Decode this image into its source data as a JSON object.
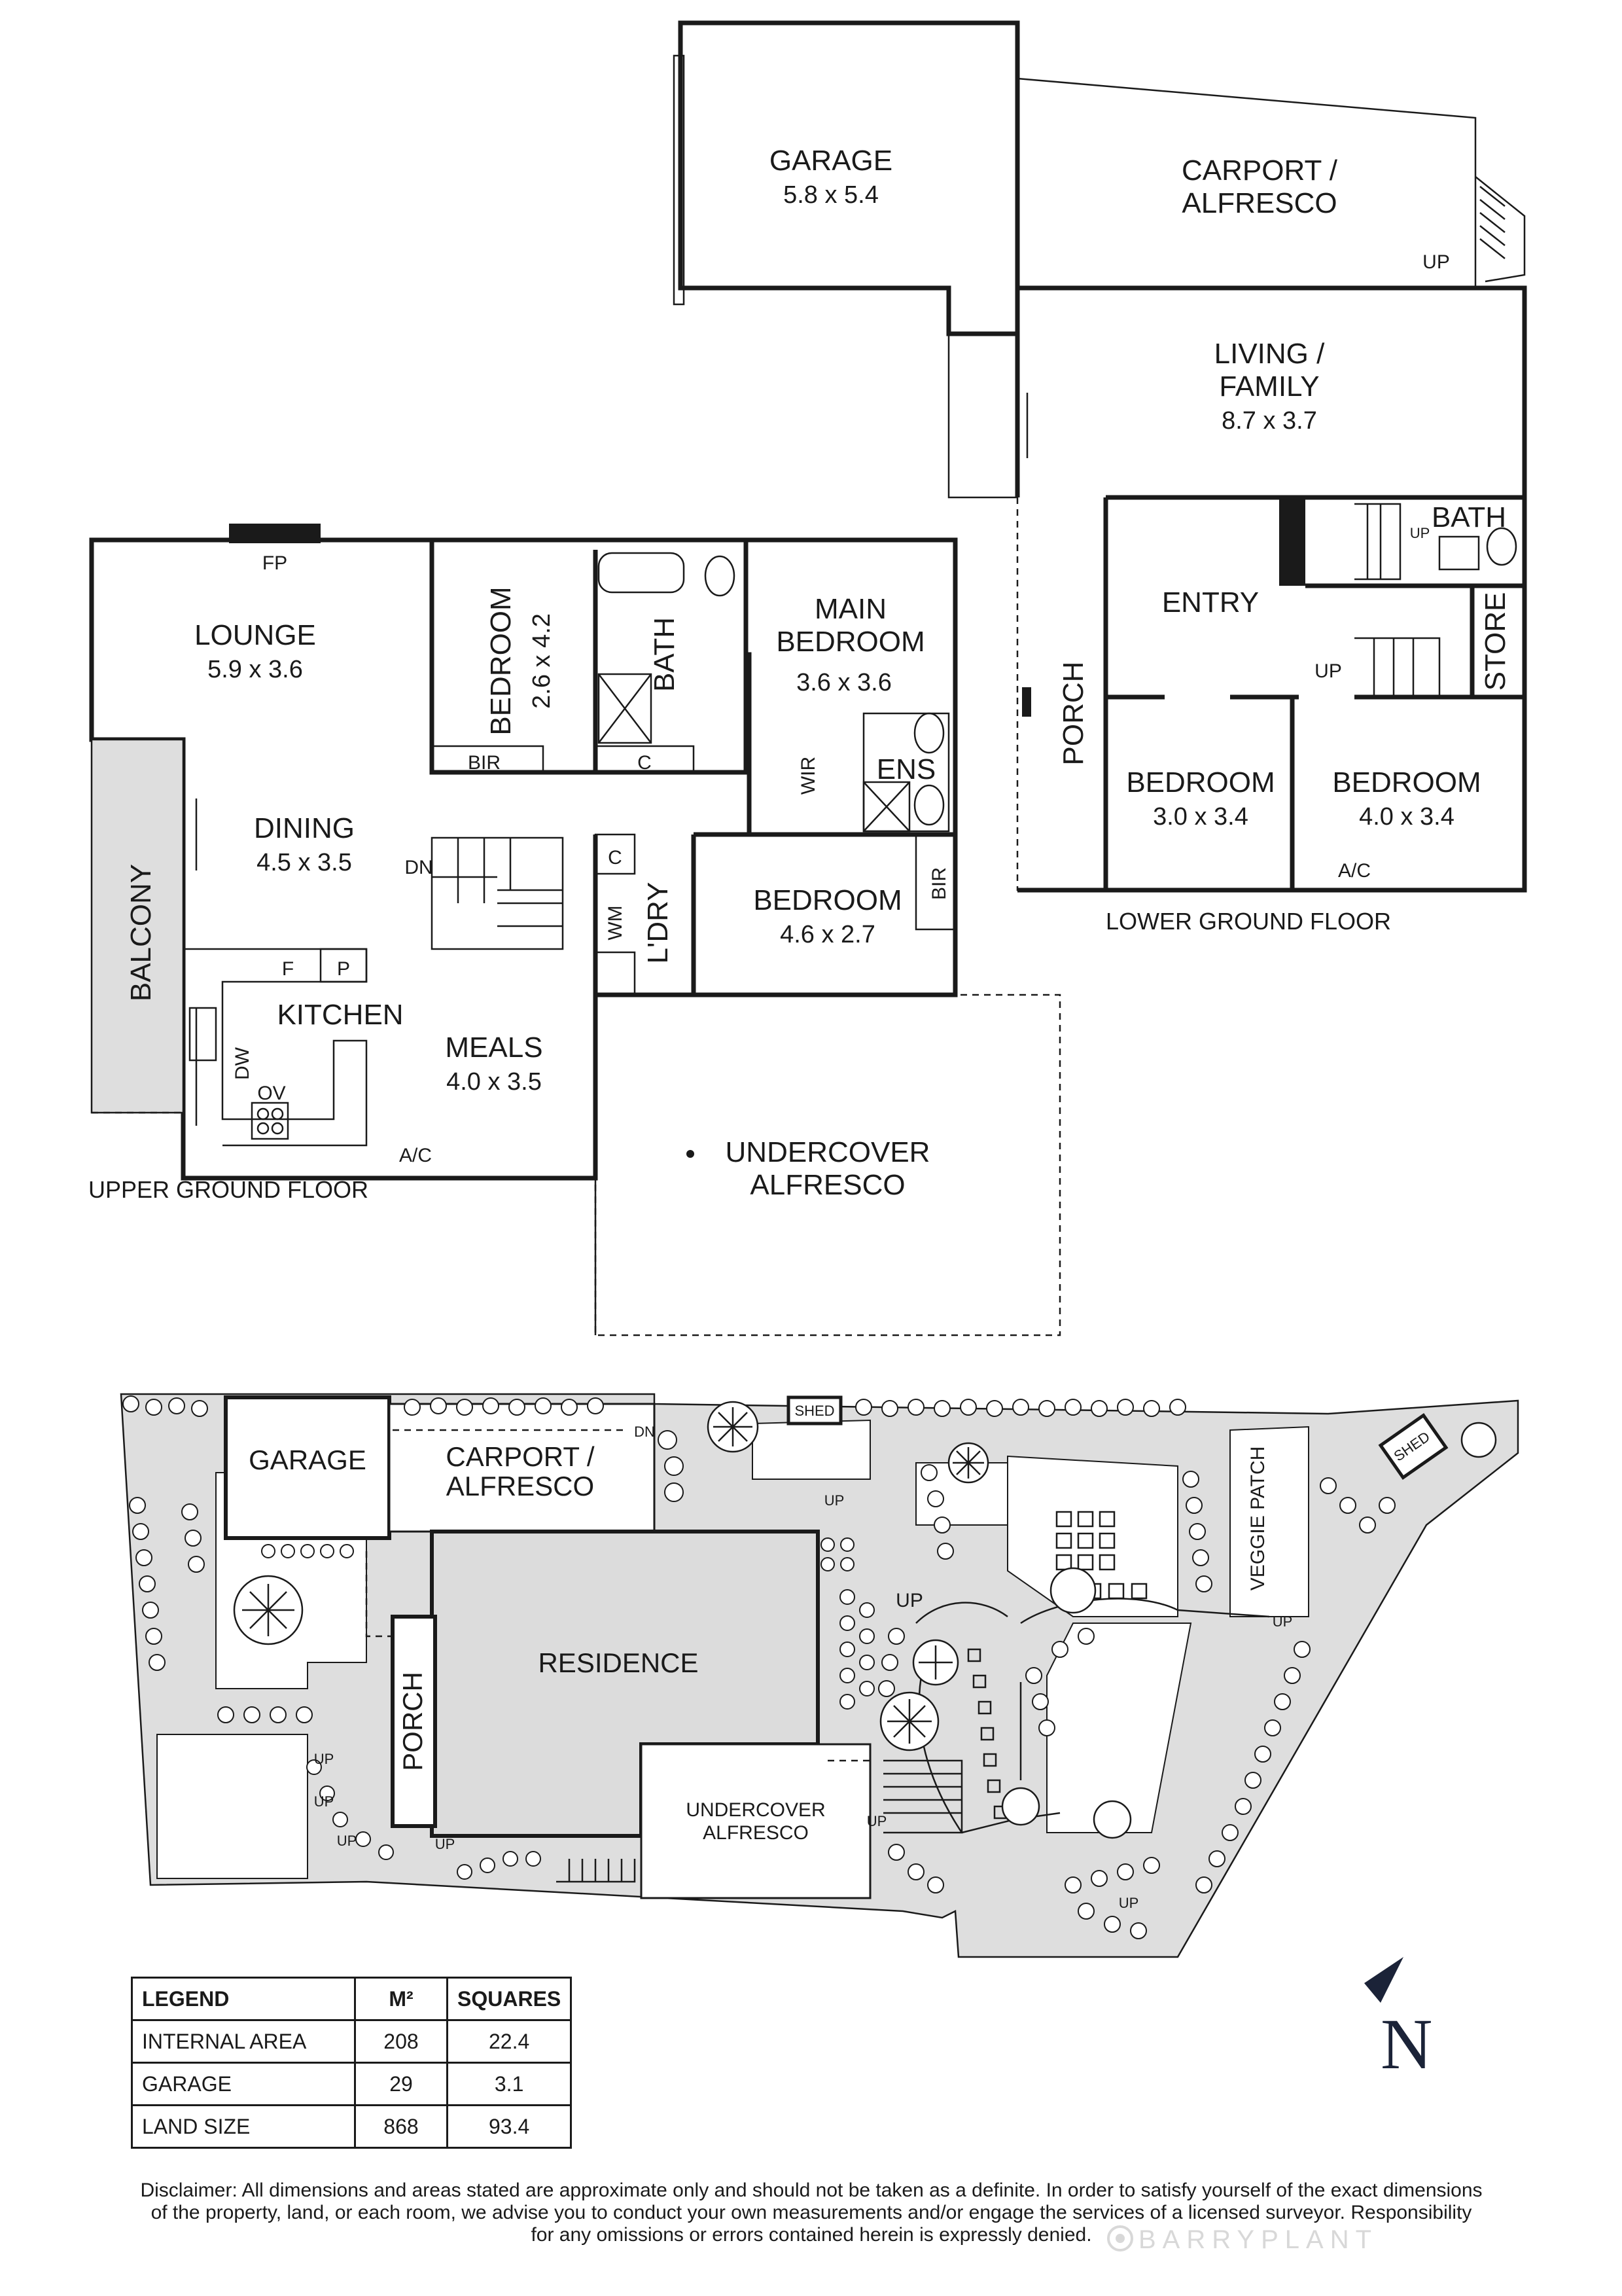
{
  "floors": {
    "upper_ground": "UPPER GROUND FLOOR",
    "lower_ground": "LOWER GROUND FLOOR"
  },
  "rooms": {
    "garage": {
      "name": "GARAGE",
      "dim": "5.8 x 5.4"
    },
    "carport_line1": "CARPORT /",
    "carport_line2": "ALFRESCO",
    "living_line1": "LIVING /",
    "living_line2": "FAMILY",
    "living_dim": "8.7 x 3.7",
    "lounge": {
      "name": "LOUNGE",
      "dim": "5.9 x 3.6"
    },
    "fp": "FP",
    "bedroom_2": {
      "name": "BEDROOM",
      "dim": "2.6 x 4.2"
    },
    "bir": "BIR",
    "bath": "BATH",
    "c": "C",
    "main_bedroom_line1": "MAIN",
    "main_bedroom_line2": "BEDROOM",
    "main_bedroom_dim": "3.6 x 3.6",
    "wir": "WIR",
    "ens": "ENS",
    "dining": {
      "name": "DINING",
      "dim": "4.5 x 3.5"
    },
    "dn": "DN",
    "up": "UP",
    "balcony": "BALCONY",
    "kitchen": "KITCHEN",
    "f": "F",
    "p": "P",
    "dw": "DW",
    "ov": "OV",
    "ac": "A/C",
    "meals": {
      "name": "MEALS",
      "dim": "4.0 x 3.5"
    },
    "wm": "WM",
    "ldry": "L'DRY",
    "bedroom_4": {
      "name": "BEDROOM",
      "dim": "4.6 x 2.7"
    },
    "undercover_line1": "UNDERCOVER",
    "undercover_line2": "ALFRESCO",
    "porch": "PORCH",
    "entry": "ENTRY",
    "store": "STORE",
    "bedroom_lg1": {
      "name": "BEDROOM",
      "dim": "3.0 x 3.4"
    },
    "bedroom_lg2": {
      "name": "BEDROOM",
      "dim": "4.0 x 3.4"
    }
  },
  "site": {
    "garage": "GARAGE",
    "carport_line1": "CARPORT /",
    "carport_line2": "ALFRESCO",
    "residence": "RESIDENCE",
    "porch": "PORCH",
    "undercover_line1": "UNDERCOVER",
    "undercover_line2": "ALFRESCO",
    "shed": "SHED",
    "veggie_patch": "VEGGIE PATCH",
    "up": "UP",
    "dn": "DN"
  },
  "legend": {
    "headers": [
      "LEGEND",
      "M²",
      "SQUARES"
    ],
    "rows": [
      {
        "label": "INTERNAL AREA",
        "m2": "208",
        "squares": "22.4"
      },
      {
        "label": "GARAGE",
        "m2": "29",
        "squares": "3.1"
      },
      {
        "label": "LAND SIZE",
        "m2": "868",
        "squares": "93.4"
      }
    ]
  },
  "compass": {
    "letter": "N",
    "color": "#1b2338"
  },
  "disclaimer": {
    "line1": "Disclaimer: All dimensions and areas stated are approximate only and should not be taken as a definite. In order to satisfy yourself of the exact dimensions",
    "line2": "of the property, land, or each room, we advise you to conduct your own measurements and/or engage the services of a licensed surveyor. Responsibility",
    "line3": "for any omissions or errors contained herein is expressly denied."
  },
  "watermark": "BARRYPLANT"
}
